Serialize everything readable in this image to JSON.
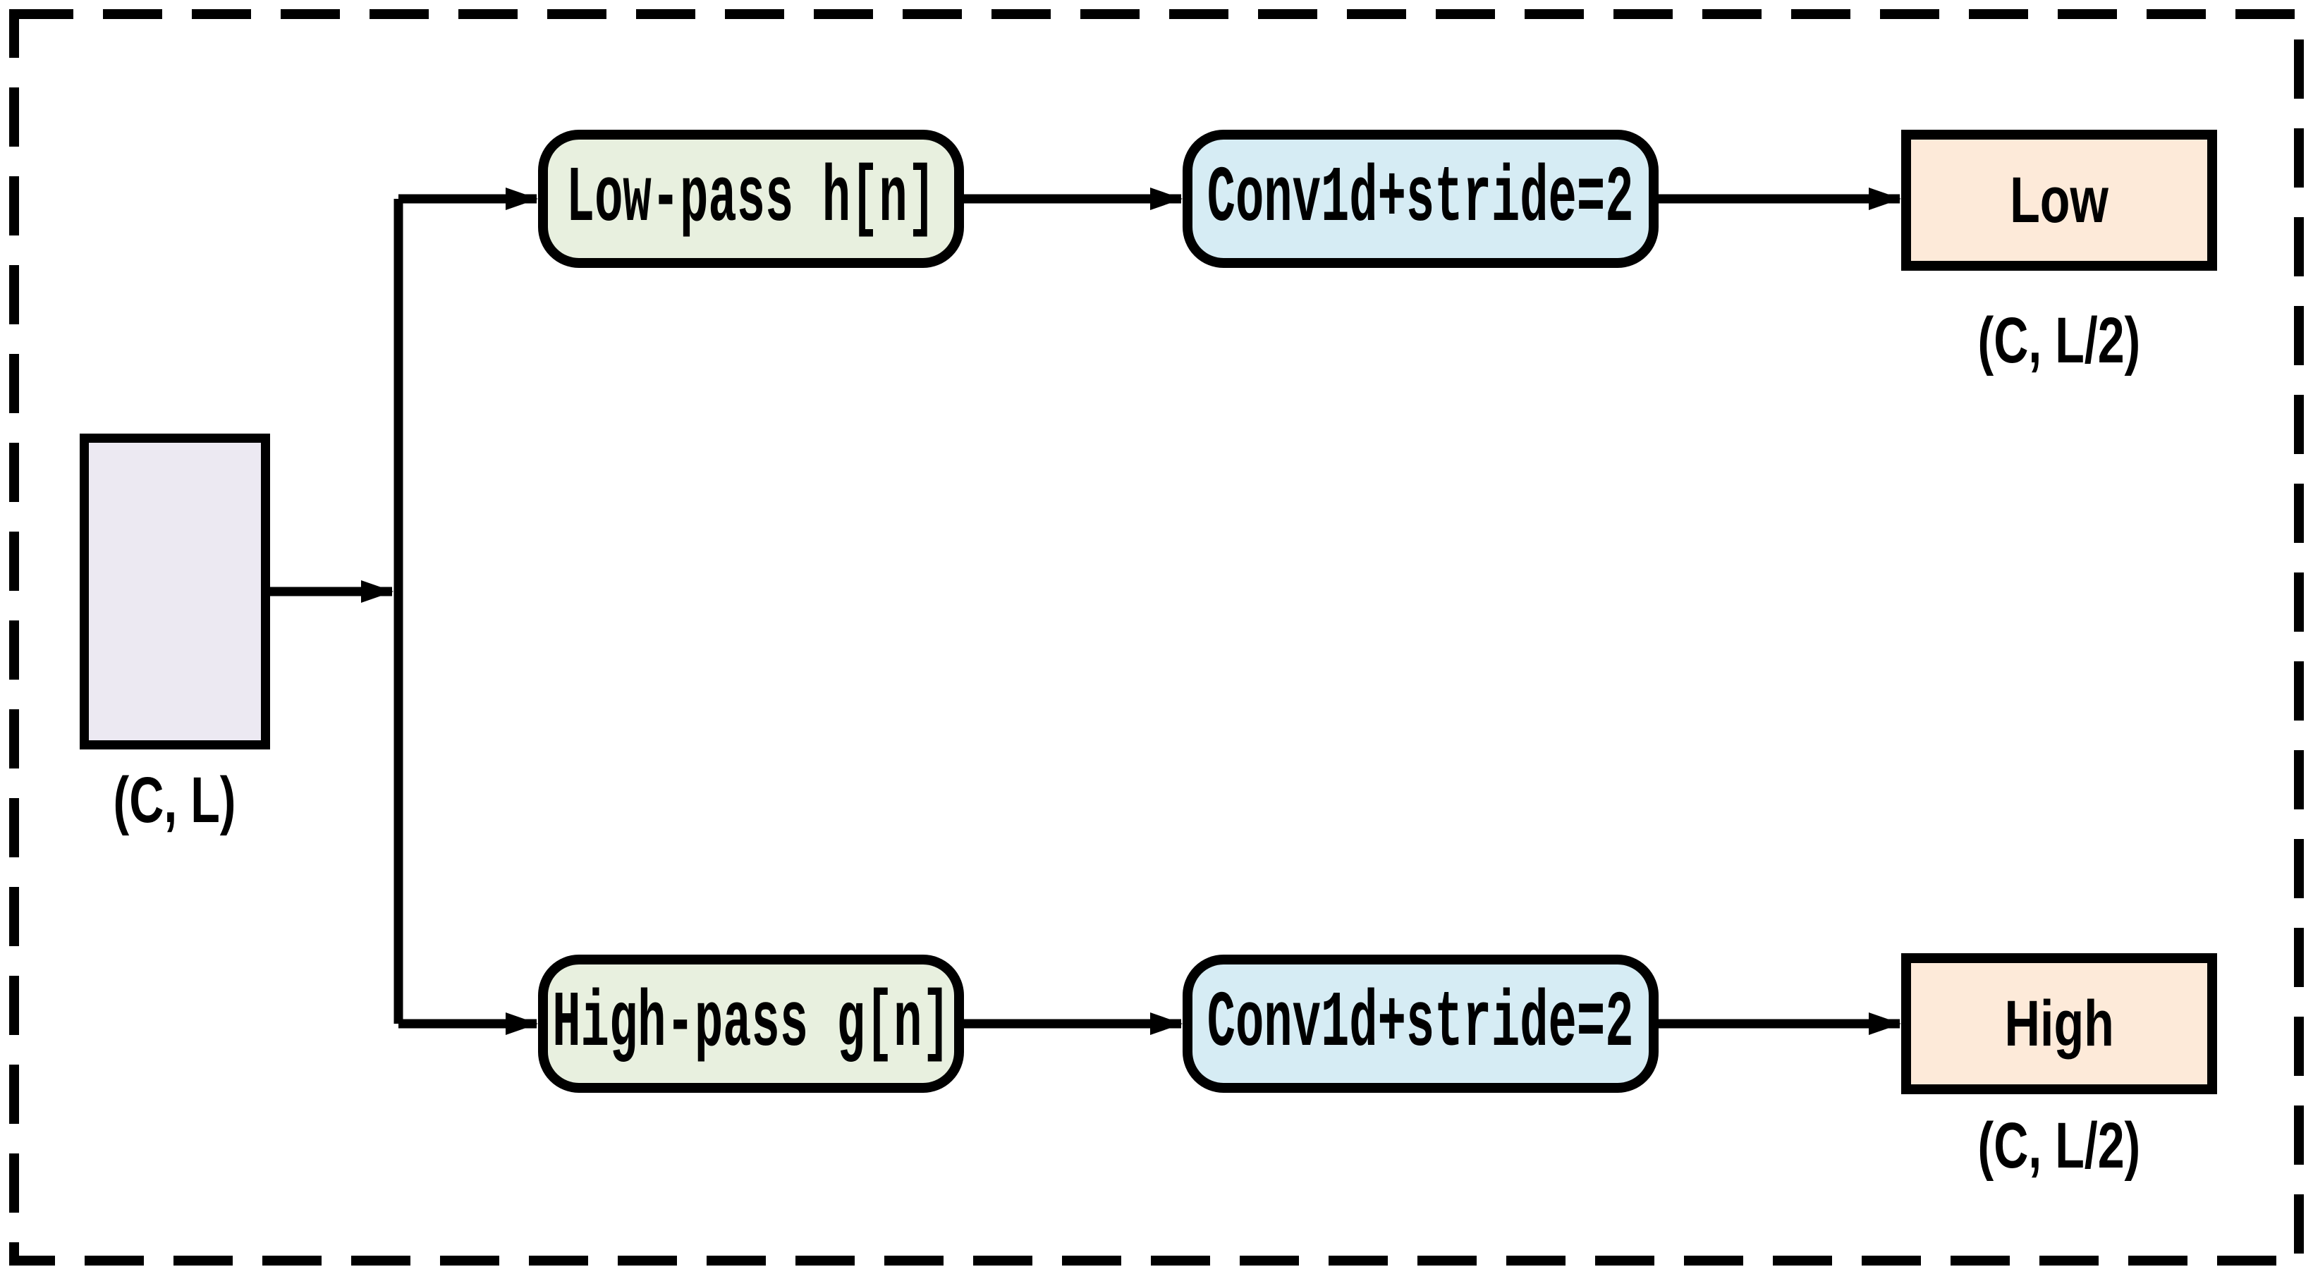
{
  "diagram": {
    "title_semantic": "1D discrete wavelet decomposition block",
    "background_color": "#ffffff",
    "line_color": "#000000",
    "outer_border_style": "dashed",
    "input": {
      "dims_label": "(C, L)",
      "fill": "#ece9f2"
    },
    "rows": [
      {
        "filter_label": "Low-pass h[n]",
        "conv_label": "Conv1d+stride=2",
        "output_label": "Low",
        "output_dims_label": "(C, L/2)"
      },
      {
        "filter_label": "High-pass g[n]",
        "conv_label": "Conv1d+stride=2",
        "output_label": "High",
        "output_dims_label": "(C, L/2)"
      }
    ],
    "colors": {
      "filter_fill": "#e8f0df",
      "conv_fill": "#d6ecf4",
      "output_fill": "#fdead9",
      "input_fill": "#ece9f2",
      "stroke": "#000000"
    }
  }
}
